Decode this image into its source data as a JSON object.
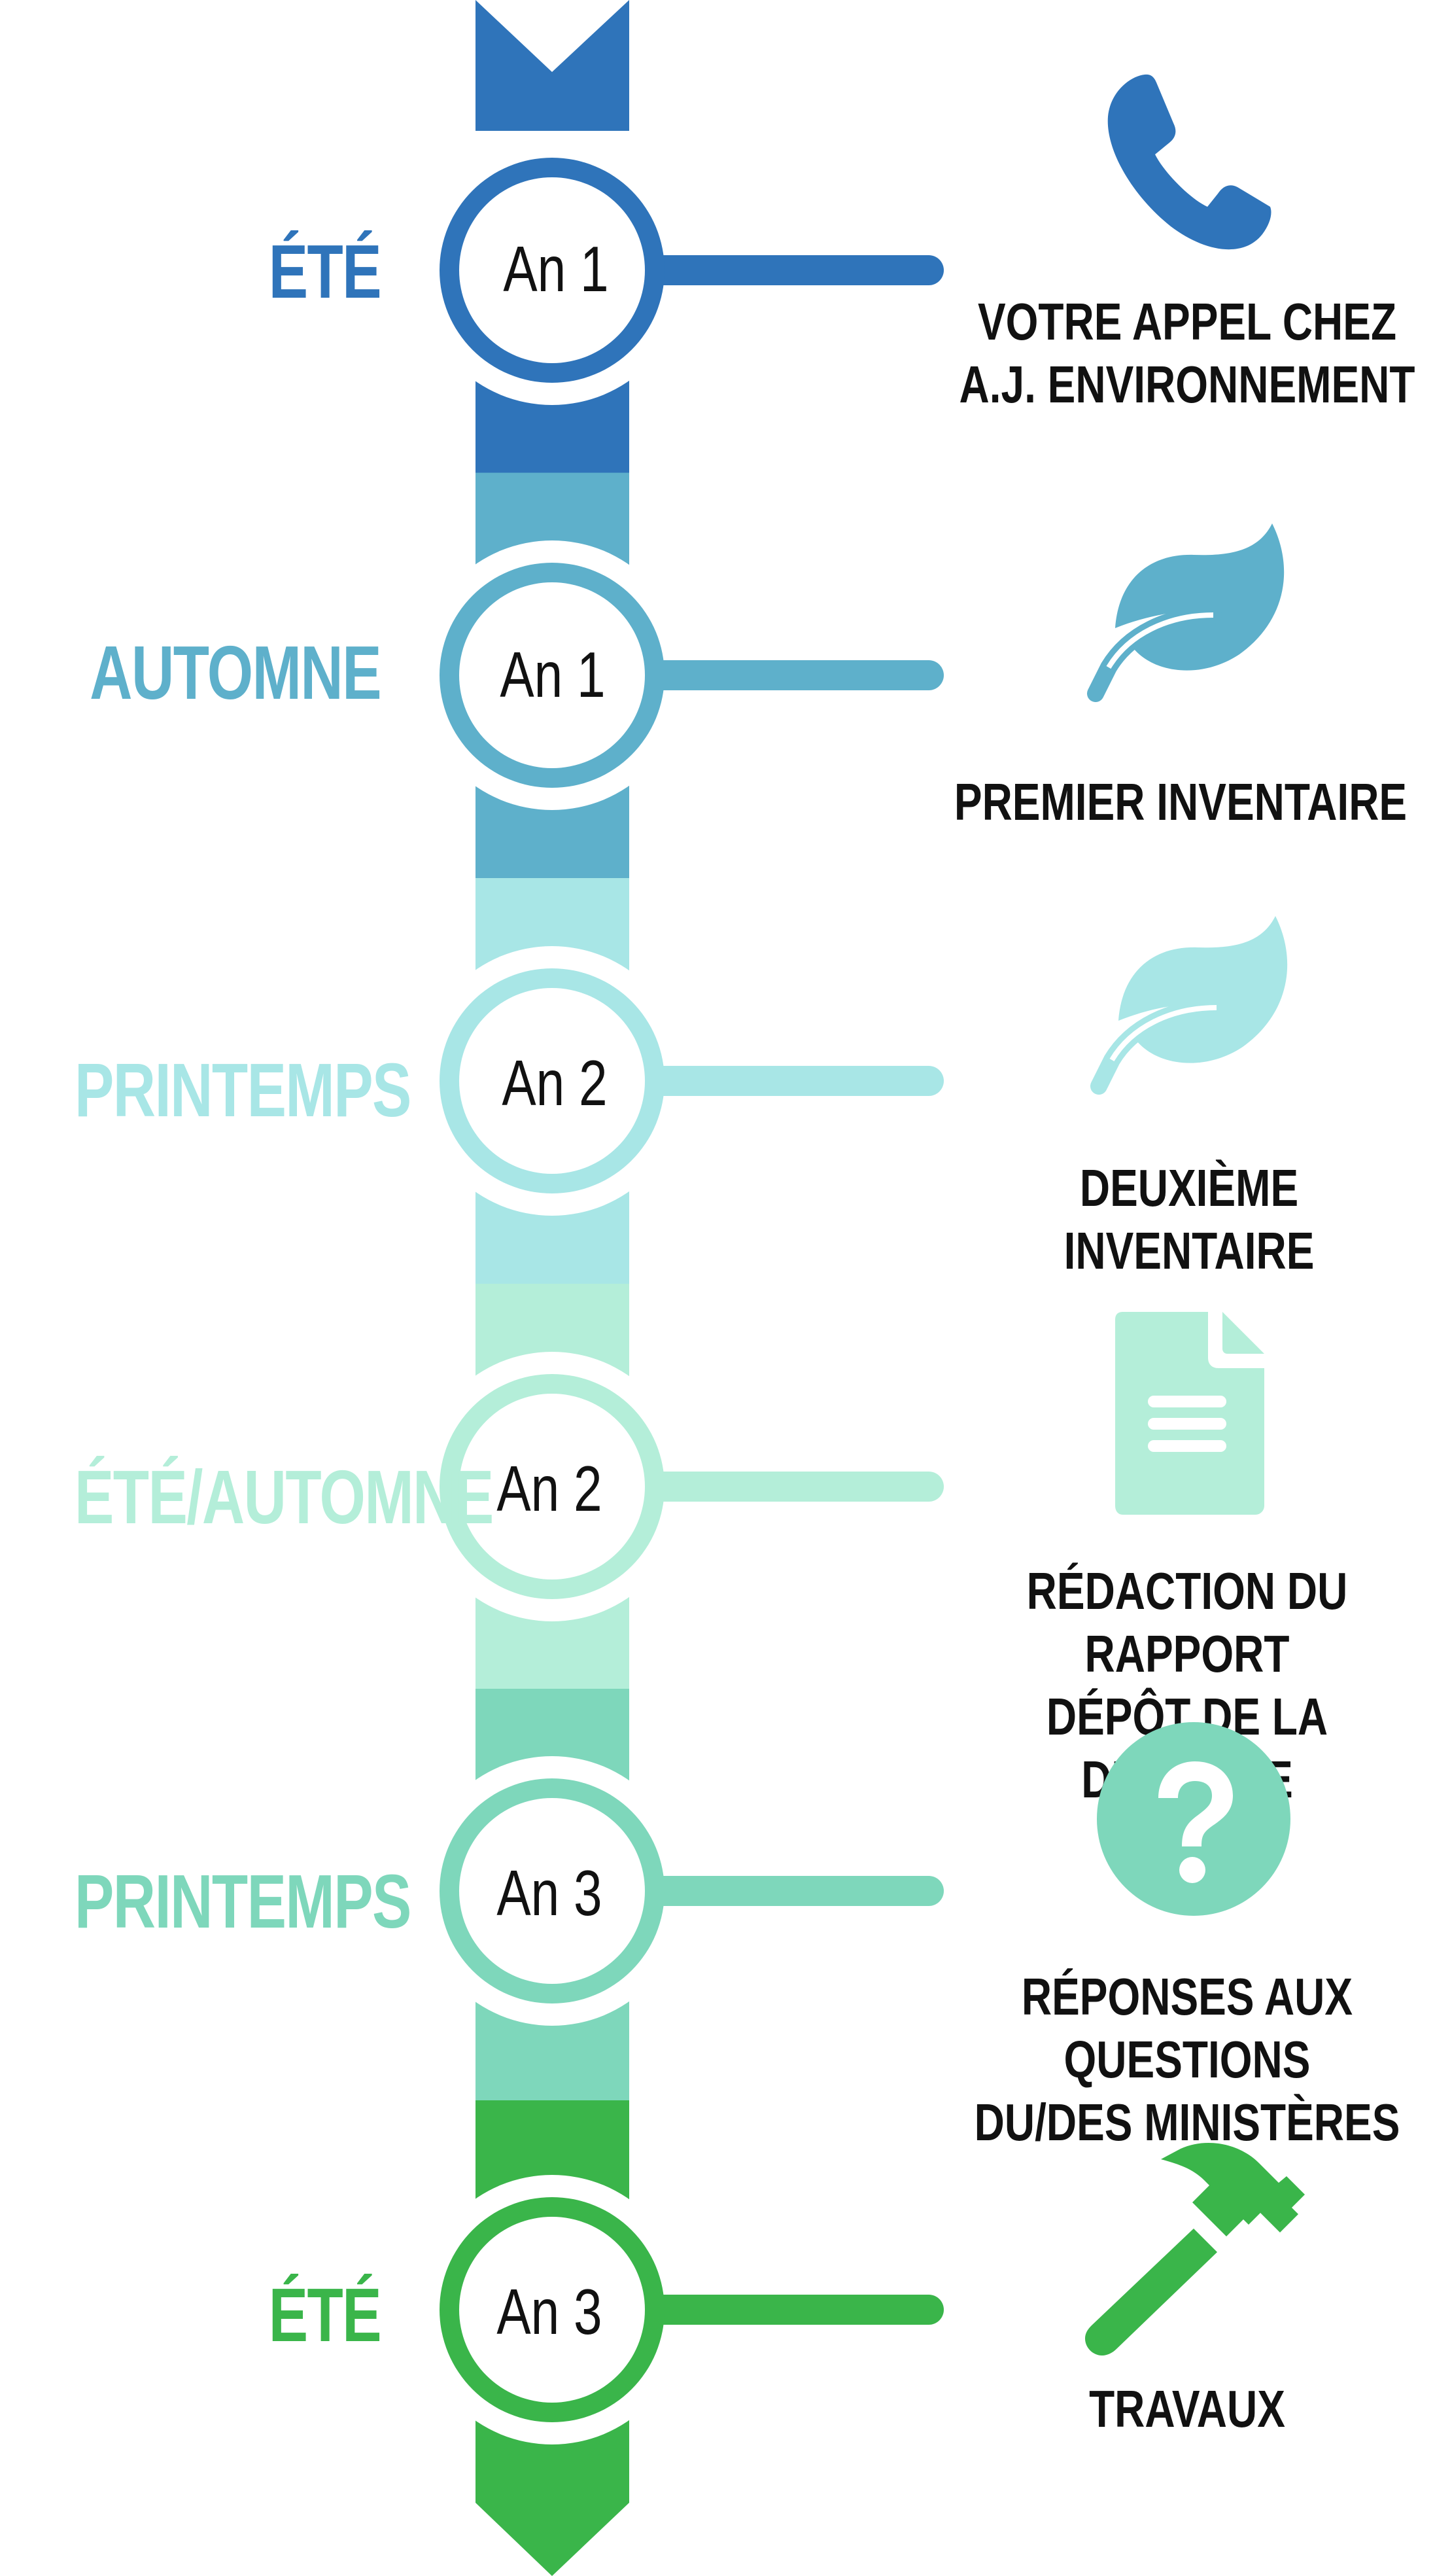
{
  "colors": {
    "c1": "#2f74ba",
    "c2": "#5eb0cb",
    "c3": "#a8e6e6",
    "c4": "#b4eed9",
    "c5": "#7ed7bb",
    "c6": "#3ab54a",
    "text": "#111111",
    "background": "#ffffff"
  },
  "steps": [
    {
      "season": "ÉTÉ",
      "year": "An 1",
      "icon": "phone-icon",
      "lines": [
        "VOTRE APPEL CHEZ",
        "A.J. ENVIRONNEMENT"
      ],
      "color": "#2f74ba"
    },
    {
      "season": "AUTOMNE",
      "year": "An 1",
      "icon": "leaf-icon",
      "lines": [
        "PREMIER INVENTAIRE"
      ],
      "color": "#5eb0cb"
    },
    {
      "season": "PRINTEMPS",
      "year": "An 2",
      "icon": "leaf-icon",
      "lines": [
        "DEUXIÈME INVENTAIRE"
      ],
      "color": "#a8e6e6"
    },
    {
      "season": "ÉTÉ/AUTOMNE",
      "year": "An 2",
      "icon": "document-icon",
      "lines": [
        "RÉDACTION DU RAPPORT",
        "DÉPÔT DE LA DEMANDE"
      ],
      "color": "#b4eed9"
    },
    {
      "season": "PRINTEMPS",
      "year": "An 3",
      "icon": "question-icon",
      "lines": [
        "RÉPONSES AUX QUESTIONS",
        "DU/DES MINISTÈRES"
      ],
      "color": "#7ed7bb"
    },
    {
      "season": "ÉTÉ",
      "year": "An 3",
      "icon": "hammer-icon",
      "lines": [
        "TRAVAUX"
      ],
      "color": "#3ab54a"
    }
  ]
}
